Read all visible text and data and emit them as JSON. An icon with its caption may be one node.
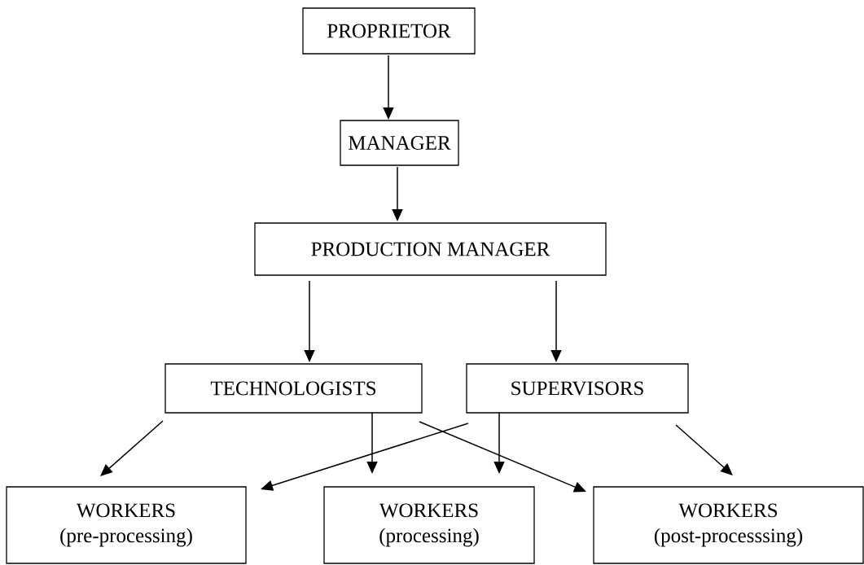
{
  "diagram": {
    "nodes": [
      {
        "text": [
          "PROPRIETOR"
        ]
      },
      {
        "text": [
          "MANAGER"
        ]
      },
      {
        "text": [
          "PRODUCTION MANAGER"
        ]
      },
      {
        "text": [
          "TECHNOLOGISTS"
        ]
      },
      {
        "text": [
          "SUPERVISORS"
        ]
      },
      {
        "text": [
          "WORKERS",
          "(pre-processing)"
        ]
      },
      {
        "text": [
          "WORKERS",
          "(processing)"
        ]
      },
      {
        "text": [
          "WORKERS",
          "(post-processsing)"
        ]
      }
    ],
    "edges": [
      {
        "from": 0,
        "to": 1,
        "arrow": "to"
      },
      {
        "from": 1,
        "to": 2,
        "arrow": "to"
      },
      {
        "from": 2,
        "to": 3,
        "arrow": "to"
      },
      {
        "from": 2,
        "to": 4,
        "arrow": "to"
      },
      {
        "from": 3,
        "to": 5,
        "arrow": "to"
      },
      {
        "from": 3,
        "to": 6,
        "arrow": "to"
      },
      {
        "from": 3,
        "to": 7,
        "arrow": "to"
      },
      {
        "from": 4,
        "to": 5,
        "arrow": "to"
      },
      {
        "from": 4,
        "to": 6,
        "arrow": "to"
      },
      {
        "from": 4,
        "to": 7,
        "arrow": "to"
      }
    ]
  }
}
